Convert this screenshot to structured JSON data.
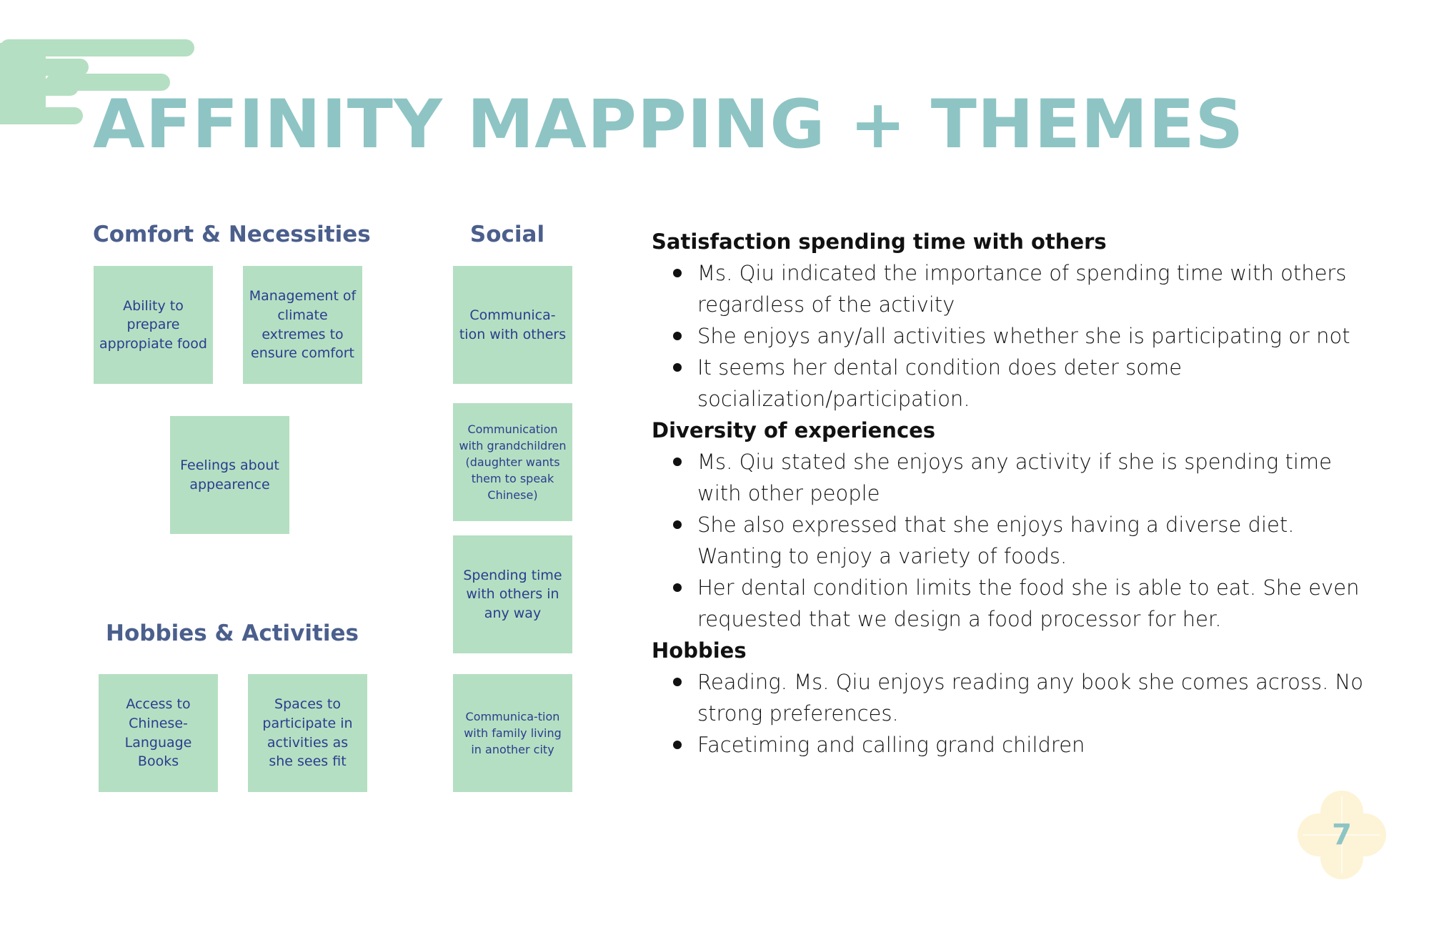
{
  "title": "AFFINITY MAPPING + THEMES",
  "colors": {
    "title": "#8ec4c4",
    "heading": "#4b5f8c",
    "note_bg": "#b5dfc2",
    "note_text": "#2a3d8f",
    "cloud": "#b5dfc2",
    "badge": "#fdf3d6"
  },
  "groups": {
    "comfort": {
      "heading": "Comfort & Necessities",
      "notes": [
        "Ability to prepare appropiate food",
        "Management of climate extremes to ensure comfort",
        "Feelings about appearence"
      ]
    },
    "social": {
      "heading": "Social",
      "notes": [
        "Communica-tion with others",
        "Communication with grandchildren (daughter wants them to speak Chinese)",
        "Spending time with others in any way",
        "Communica-tion with family living in another city"
      ]
    },
    "hobbies": {
      "heading": "Hobbies & Activities",
      "notes": [
        "Access to Chinese-Language Books",
        "Spaces to participate in activities as she sees fit"
      ]
    }
  },
  "themes": [
    {
      "title": "Satisfaction spending time with others",
      "points": [
        "Ms. Qiu indicated the importance of spending time with others regardless of the activity",
        "She enjoys any/all activities whether she is participating or not",
        "It seems her dental condition does deter some socialization/participation."
      ]
    },
    {
      "title": "Diversity of experiences",
      "points": [
        "Ms. Qiu stated she enjoys any activity if she is spending time with other people",
        "She also expressed that she enjoys having a diverse diet. Wanting to enjoy a variety of foods.",
        "Her dental condition limits the food she is able to eat. She even requested that we design a food processor for her."
      ]
    },
    {
      "title": "Hobbies",
      "points": [
        "Reading. Ms. Qiu enjoys reading any book she comes across. No strong preferences.",
        "Facetiming and calling grand children"
      ]
    }
  ],
  "page_number": "7",
  "icons": {
    "cloud": "cloud-decoration-icon",
    "badge": "flower-badge-icon"
  }
}
